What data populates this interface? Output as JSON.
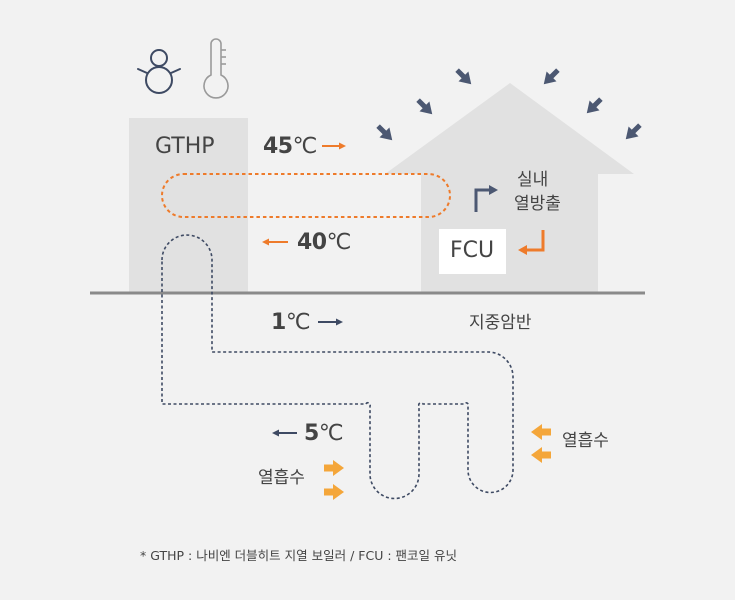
{
  "colors": {
    "background": "#f2f2f2",
    "building": "#e1e1e1",
    "ground_line": "#8a8a8a",
    "loop_orange": "#ee7b2b",
    "loop_navy": "#3e4a63",
    "heat_arrow": "#f4a63a",
    "sun_arrow": "#4c5872",
    "text": "#444444"
  },
  "icons": [
    "snowman-icon",
    "thermometer-icon",
    "sun-ray-arrow-icon",
    "flow-arrow-icon",
    "heat-arrow-icon"
  ],
  "labels": {
    "gthp": "GTHP",
    "fcu": "FCU",
    "temp_supply_value": "45",
    "temp_return_value": "40",
    "temp_ground_out_value": "1",
    "temp_ground_in_value": "5",
    "temp_unit": "℃",
    "indoor_line1": "실내",
    "indoor_line2": "열방출",
    "ground": "지중암반",
    "heat_absorb_left": "열흡수",
    "heat_absorb_right": "열흡수"
  },
  "footnote": "* GTHP : 나비엔 더블히트 지열 보일러 / FCU : 팬코일 유닛"
}
